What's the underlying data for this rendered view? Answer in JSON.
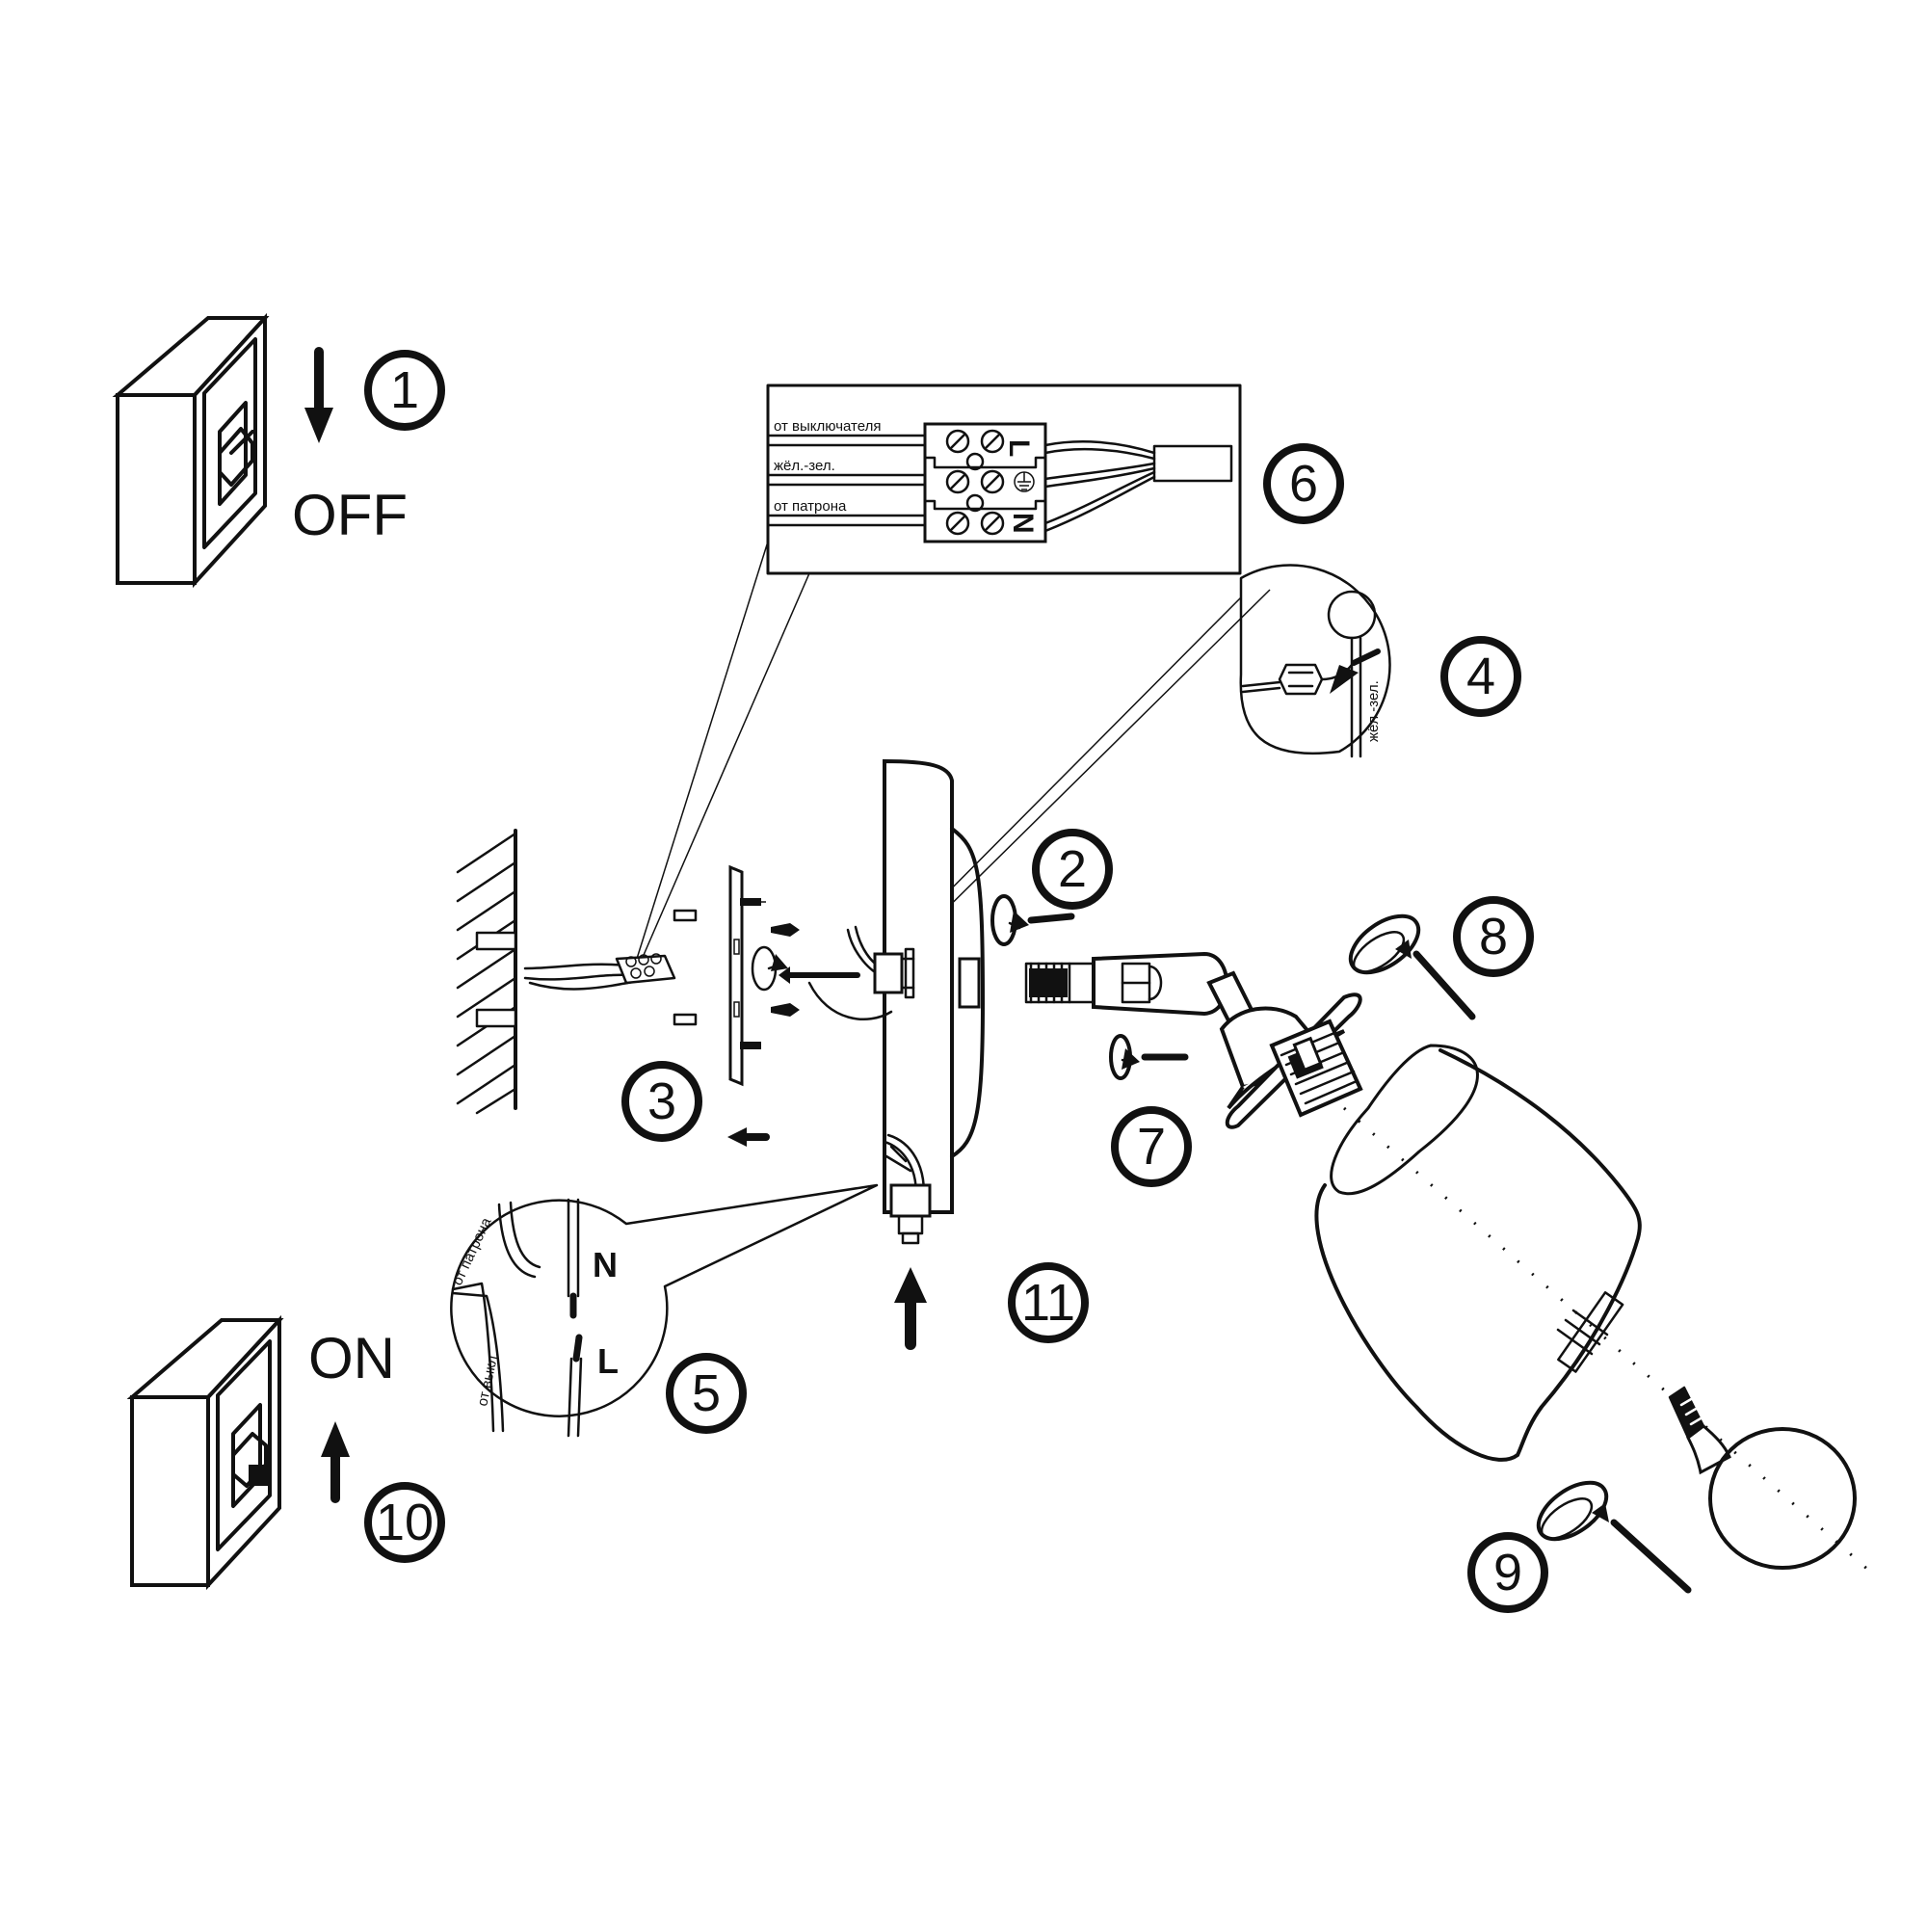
{
  "steps": {
    "s1": "1",
    "s2": "2",
    "s3": "3",
    "s4": "4",
    "s5": "5",
    "s6": "6",
    "s7": "7",
    "s8": "8",
    "s9": "9",
    "s10": "10",
    "s11": "11"
  },
  "switch_off_label": "OFF",
  "switch_on_label": "ON",
  "terminal_block": {
    "wire_from_switch": "от выключателя",
    "wire_yellow_green": "жёл.-зел.",
    "wire_from_socket": "от патрона",
    "terminal_L": "L",
    "terminal_N": "N"
  },
  "ground_detail": {
    "wire_label": "жёл.-зел."
  },
  "wire_detail": {
    "from_socket": "от патрона",
    "from_switch": "от выкл.",
    "N": "N",
    "L": "L"
  }
}
